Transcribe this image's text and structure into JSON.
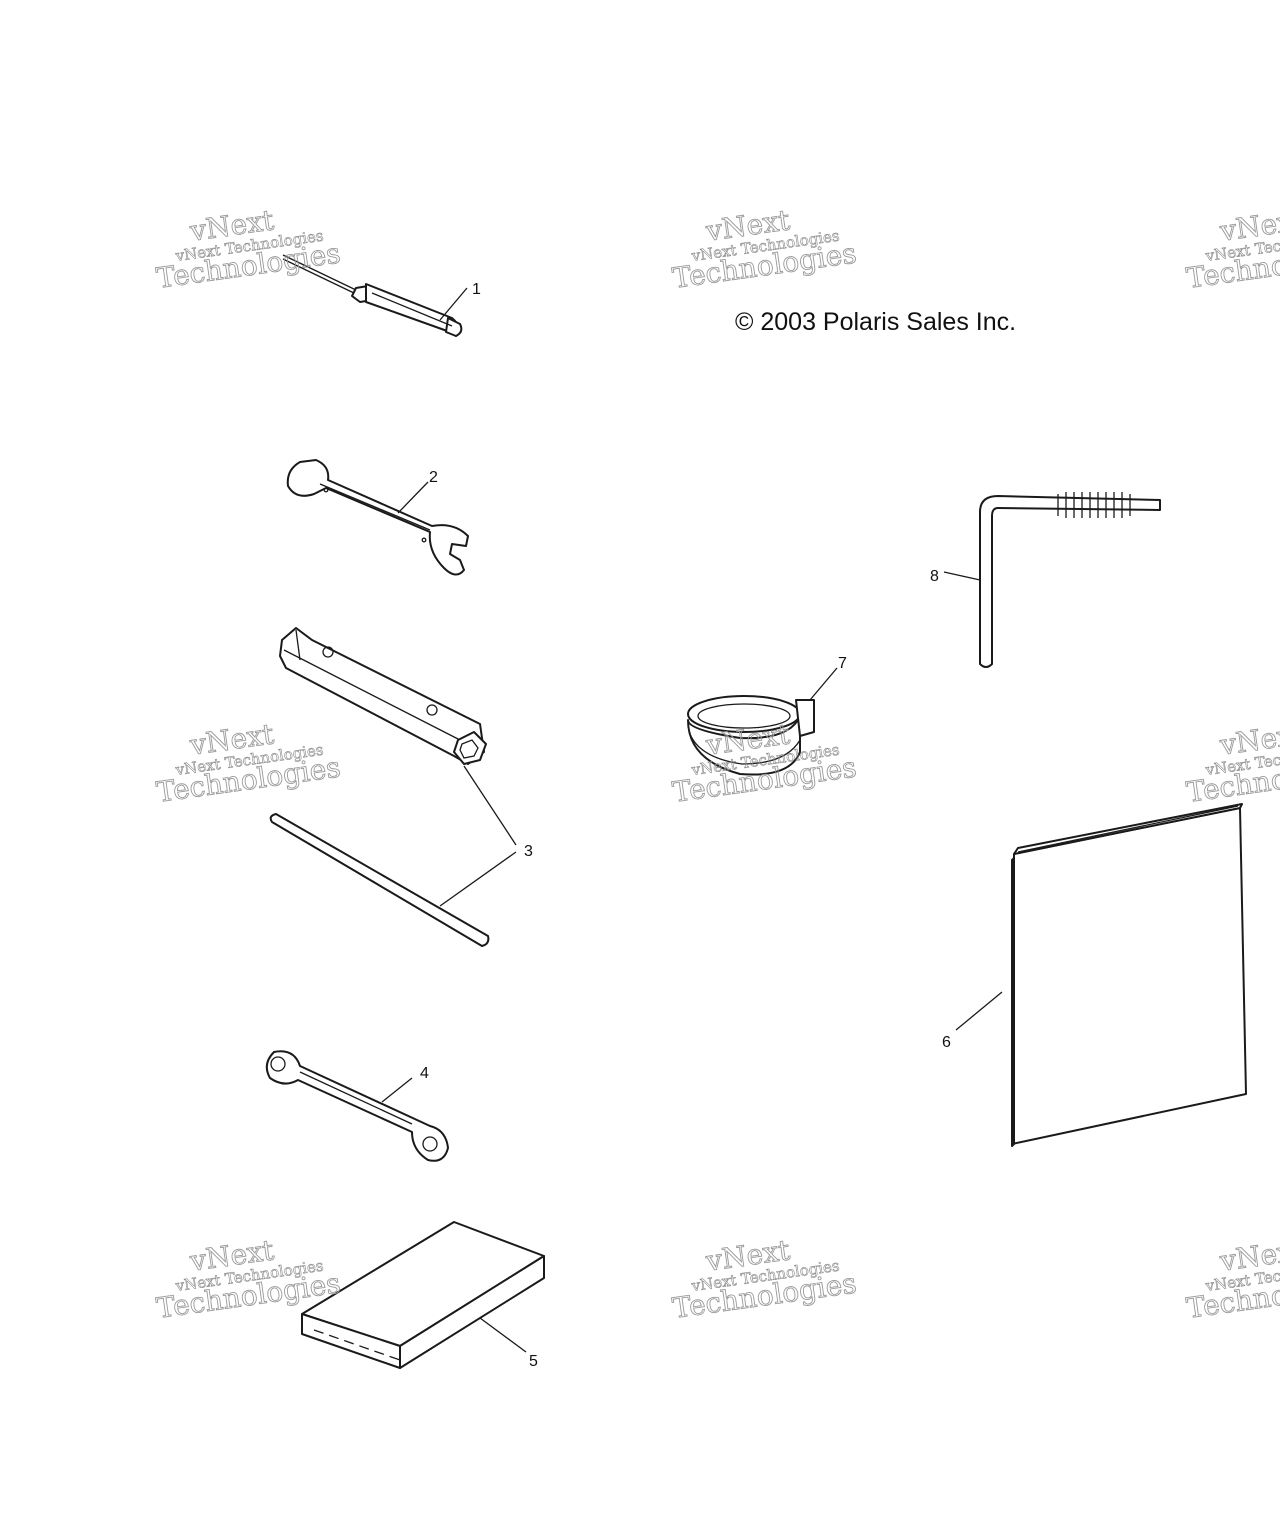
{
  "copyright": "© 2003 Polaris Sales Inc.",
  "watermark": {
    "line_small": "vNext Technologies",
    "line_big_1": "vNext",
    "line_big_2": "Technologies"
  },
  "callouts": {
    "c1": "1",
    "c2": "2",
    "c3": "3",
    "c4": "4",
    "c5": "5",
    "c6": "6",
    "c7": "7",
    "c8": "8"
  },
  "parts": {
    "p1": "screwdriver-icon",
    "p2": "open-end-wrench-icon",
    "p3": "tube-socket-wrench-icon",
    "p4": "box-wrench-icon",
    "p5": "tool-pouch-icon",
    "p6": "owners-manual-icon",
    "p7": "strap-icon",
    "p8": "hex-key-icon"
  }
}
